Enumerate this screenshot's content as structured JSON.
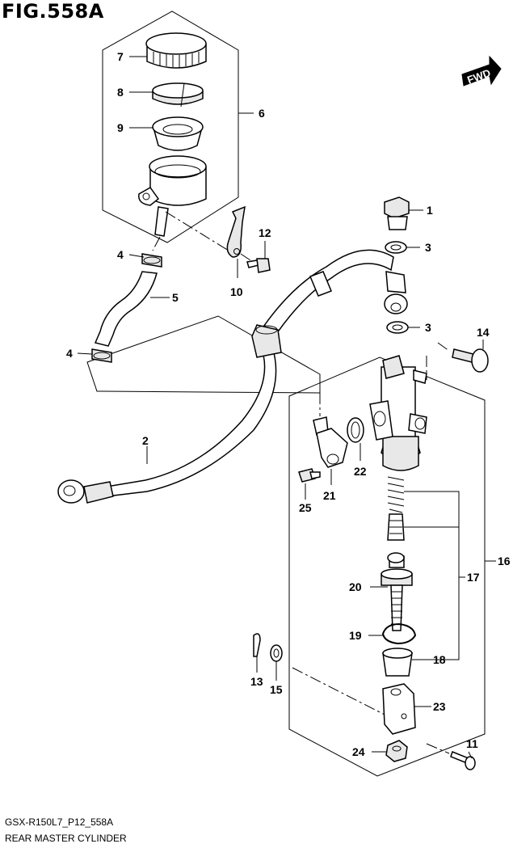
{
  "figure": {
    "title": "FIG.558A",
    "code": "GSX-R150L7_P12_558A",
    "name": "REAR MASTER CYLINDER",
    "direction_label": "FWD"
  },
  "callouts": [
    "1",
    "2",
    "3",
    "3",
    "4",
    "4",
    "5",
    "6",
    "7",
    "8",
    "9",
    "10",
    "11",
    "12",
    "13",
    "14",
    "15",
    "16",
    "17",
    "18",
    "19",
    "20",
    "21",
    "22",
    "23",
    "24",
    "25"
  ]
}
